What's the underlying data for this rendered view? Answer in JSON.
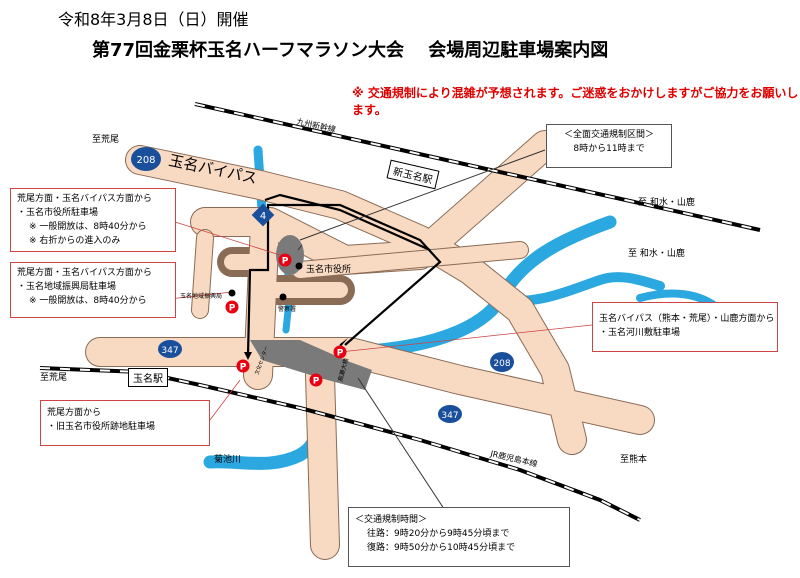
{
  "header": {
    "date_line": "令和8年3月8日（日）開催",
    "title": "第77回金栗杯玉名ハーフマラソン大会　 会場周辺駐車場案内図",
    "warning": "※ 交通規制により混雑が予想されます。ご迷惑をおかけしますがご協力をお願いします。"
  },
  "boxes": {
    "full_closure": {
      "title": "＜全面交通規制区間＞",
      "time": "8時から11時まで"
    },
    "city_hall_parking": {
      "l1": "荒尾方面・玉名バイパス方面から",
      "l2": "・玉名市役所駐車場",
      "l3": "※ 一般開放は、8時40分から",
      "l4": "※ 右折からの進入のみ"
    },
    "promotion_parking": {
      "l1": "荒尾方面・玉名バイパス方面から",
      "l2": "・玉名地域振興局駐車場",
      "l3": "※ 一般開放は、8時40分から"
    },
    "riverbed_parking": {
      "l1": "玉名バイパス（熊本・荒尾）・山鹿方面から",
      "l2": "・玉名河川敷駐車場"
    },
    "old_city_hall_parking": {
      "l1": "荒尾方面から",
      "l2": "・旧玉名市役所跡地駐車場"
    },
    "regulation_time": {
      "title": "＜交通規制時間＞",
      "l1": "往路：9時20分から9時45分頃まで",
      "l2": "復路：9時50分から10時45分頃まで"
    }
  },
  "labels": {
    "to_arao_top": "至荒尾",
    "to_arao_left": "至荒尾",
    "to_wasui_1": "至 和水・山鹿",
    "to_wasui_2": "至 和水・山鹿",
    "to_kumamoto": "至熊本",
    "shinkansen": "九州新幹線",
    "jr_line": "JR鹿児島本線",
    "kikuchi_river": "菊池川",
    "bypass": "玉名バイパス",
    "city_hall": "玉名市役所",
    "regional_office": "玉名地域振興局",
    "police": "警察署",
    "center": "文化センター",
    "bridge": "高瀬大橋",
    "shin_tamana_station": "新玉名駅",
    "tamana_station": "玉名駅",
    "route_208_a": "208",
    "route_208_b": "208",
    "route_347_a": "347",
    "route_347_b": "347",
    "route_4": "4",
    "parking_p": "P"
  },
  "colors": {
    "road": "#f8d9c2",
    "road_edge": "#8a6b55",
    "river": "#2ba8e0",
    "closure": "#7a7a7a",
    "parking": "#e60012",
    "warning": "#e00000"
  }
}
